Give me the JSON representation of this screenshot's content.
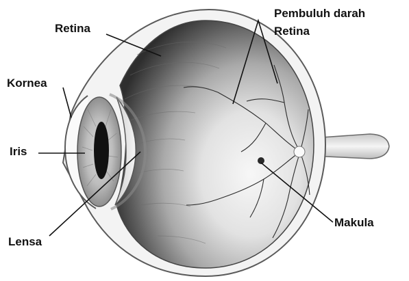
{
  "labels": {
    "retina": "Retina",
    "kornea": "Kornea",
    "iris": "Iris",
    "lensa": "Lensa",
    "pembuluh_line1": "Pembuluh darah",
    "pembuluh_line2": "Retina",
    "makula": "Makula"
  },
  "colors": {
    "background": "#ffffff",
    "ink": "#111111",
    "sclera_outline": "#5a5a5a",
    "eye_interior_dark": "#3a3a3a",
    "eye_interior_light": "#f2f2f2",
    "vessel": "#2b2b2b"
  }
}
